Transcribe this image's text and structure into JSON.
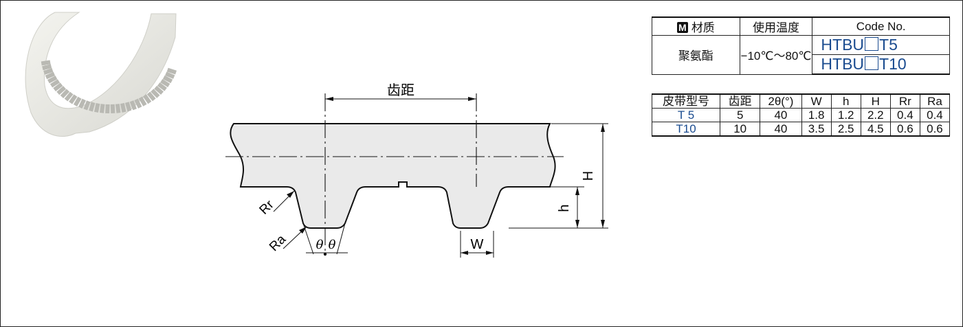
{
  "drawing": {
    "pitch_label": "齿距",
    "H_label": "H",
    "h_label": "h",
    "W_label": "W",
    "Rr_label": "Rr",
    "Ra_label": "Ra",
    "theta_label": "θ"
  },
  "spec_table": {
    "material_icon": "M",
    "material_header": "材质",
    "temp_header": "使用温度",
    "code_header": "Code No.",
    "material_value": "聚氨酯",
    "temp_value": "−10℃～80℃",
    "codes": [
      {
        "prefix": "HTBU",
        "suffix": "T5"
      },
      {
        "prefix": "HTBU",
        "suffix": "T10"
      }
    ]
  },
  "dim_table": {
    "headers": [
      "皮带型号",
      "齿距",
      "2θ(°)",
      "W",
      "h",
      "H",
      "Rr",
      "Ra"
    ],
    "rows": [
      {
        "type": "T 5",
        "pitch": "5",
        "two_theta": "40",
        "W": "1.8",
        "h": "1.2",
        "H": "2.2",
        "Rr": "0.4",
        "Ra": "0.4"
      },
      {
        "type": "T10",
        "pitch": "10",
        "two_theta": "40",
        "W": "3.5",
        "h": "2.5",
        "H": "4.5",
        "Rr": "0.6",
        "Ra": "0.6"
      }
    ]
  },
  "colors": {
    "code_blue": "#1a4b8f",
    "belt_fill": "#eaeaea",
    "line": "#111111"
  }
}
